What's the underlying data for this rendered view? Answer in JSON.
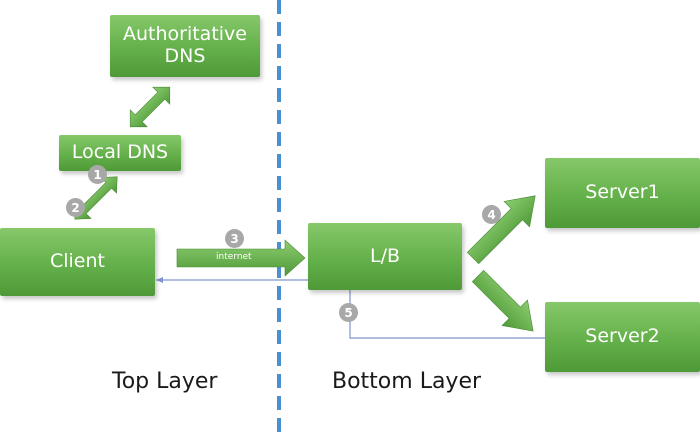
{
  "nodes": {
    "authoritative_dns": {
      "line1": "Authoritative",
      "line2": "DNS"
    },
    "local_dns": "Local DNS",
    "client": "Client",
    "load_balancer": "L/B",
    "server1": "Server1",
    "server2": "Server2"
  },
  "steps": [
    "1",
    "2",
    "3",
    "4",
    "5"
  ],
  "edge_labels": {
    "internet": "internet"
  },
  "layers": {
    "top": "Top Layer",
    "bottom": "Bottom Layer"
  },
  "colors": {
    "node_green": "#64b04a",
    "arrow_green": "#5faa44",
    "divider_blue": "#4a8fd0",
    "return_line_blue": "#7f96cc",
    "badge_gray": "#a8a8a8"
  }
}
